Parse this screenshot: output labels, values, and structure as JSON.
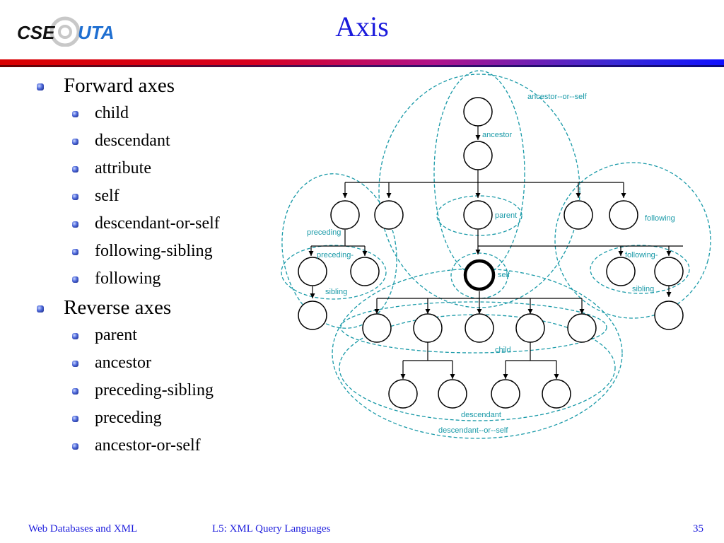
{
  "header": {
    "logo_text_1": "CSE",
    "logo_text_2": "UTA",
    "title": "Axis"
  },
  "bullets": {
    "forward": {
      "label": "Forward axes",
      "items": [
        "child",
        "descendant",
        "attribute",
        "self",
        "descendant-or-self",
        "following-sibling",
        "following"
      ]
    },
    "reverse": {
      "label": "Reverse axes",
      "items": [
        "parent",
        "ancestor",
        "preceding-sibling",
        "preceding",
        "ancestor-or-self"
      ]
    }
  },
  "diagram": {
    "labels": {
      "ancestor_or_self": "ancestor--or--self",
      "ancestor": "ancestor",
      "parent": "parent",
      "preceding": "preceding",
      "preceding_sibling_1": "preceding-",
      "sibling_left": "sibling",
      "following": "following",
      "following_sibling_1": "following-",
      "sibling_right": "sibling",
      "self": "self",
      "child": "child",
      "descendant": "descendant",
      "descendant_or_self": "descendant--or--self"
    },
    "colors": {
      "region_stroke": "#1a9aa8",
      "node_stroke": "#000000"
    }
  },
  "footer": {
    "left": "Web Databases and XML",
    "center": "L5: XML Query Languages",
    "page": "35"
  }
}
